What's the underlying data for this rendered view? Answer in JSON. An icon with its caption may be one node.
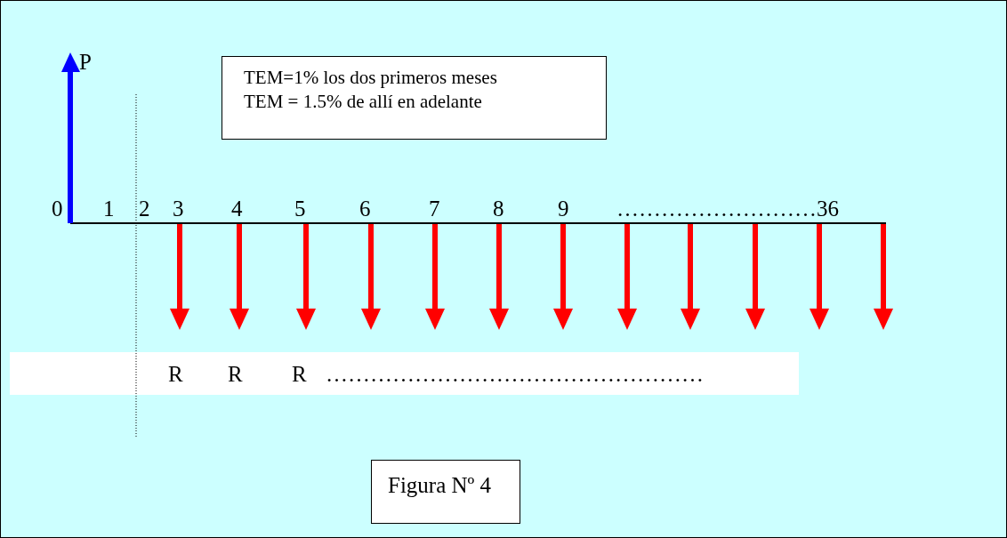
{
  "diagram": {
    "nodes": [
      {
        "text": [
          "TEM=1% los dos primeros meses",
          "TEM = 1.5% de allí en adelante"
        ]
      },
      {
        "text": [
          "Figura Nº 4"
        ]
      }
    ],
    "edges": [],
    "labels": [
      "P",
      "0",
      "1",
      "2",
      "3",
      "4",
      "5",
      "6",
      "7",
      "8",
      "9",
      "………………………36",
      "R",
      "R",
      "R",
      "……………………………………………"
    ]
  }
}
